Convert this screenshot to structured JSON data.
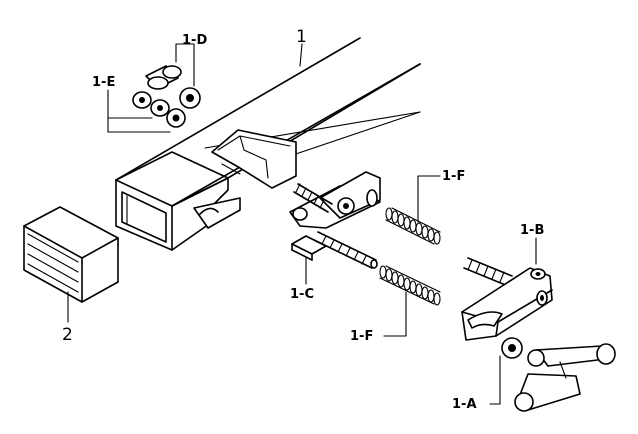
{
  "labels": {
    "part_1": "1",
    "part_1_a": "1-A",
    "part_1_b": "1-B",
    "part_1_c": "1-C",
    "part_1_d": "1-D",
    "part_1_e": "1-E",
    "part_1_f_top": "1-F",
    "part_1_f_bottom": "1-F",
    "part_2": "2"
  }
}
